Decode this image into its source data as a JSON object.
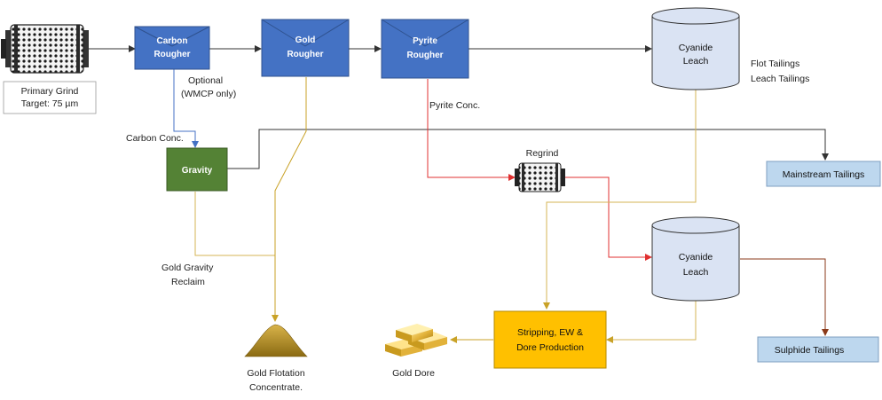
{
  "grinder": {
    "label1": "Primary Grind",
    "label2": "Target: 75 µm"
  },
  "carbon_rougher": {
    "line1": "Carbon",
    "line2": "Rougher"
  },
  "gold_rougher": {
    "line1": "Gold",
    "line2": "Rougher"
  },
  "pyrite_rougher": {
    "line1": "Pyrite",
    "line2": "Rougher"
  },
  "cyanide_leach_top": {
    "line1": "Cyanide",
    "line2": "Leach"
  },
  "cyanide_leach_bottom": {
    "line1": "Cyanide",
    "line2": "Leach"
  },
  "gravity": {
    "label": "Gravity"
  },
  "regrind": {
    "label": "Regrind"
  },
  "stripping": {
    "line1": "Stripping,  EW &",
    "line2": "Dore Production"
  },
  "mainstream_tailings": {
    "label": "Mainstream Tailings"
  },
  "sulphide_tailings": {
    "label": "Sulphide  Tailings"
  },
  "labels": {
    "optional1": "Optional",
    "optional2": "(WMCP only)",
    "carbon_conc": "Carbon Conc.",
    "pyrite_conc": "Pyrite Conc.",
    "flot_tailings": "Flot Tailings",
    "leach_tailings": "Leach Tailings",
    "gold_gravity1": "Gold Gravity",
    "gold_gravity2": "Reclaim",
    "gold_flot1": "Gold Flotation",
    "gold_flot2": "Concentrate.",
    "gold_dore": "Gold Dore"
  },
  "colors": {
    "flotation_cell": "#4472c4",
    "gravity": "#548235",
    "tank": "#dae3f3",
    "tailings": "#bdd7ee",
    "stripping": "#ffc000",
    "gold_line": "#d6b656",
    "red_line": "#e03030"
  }
}
